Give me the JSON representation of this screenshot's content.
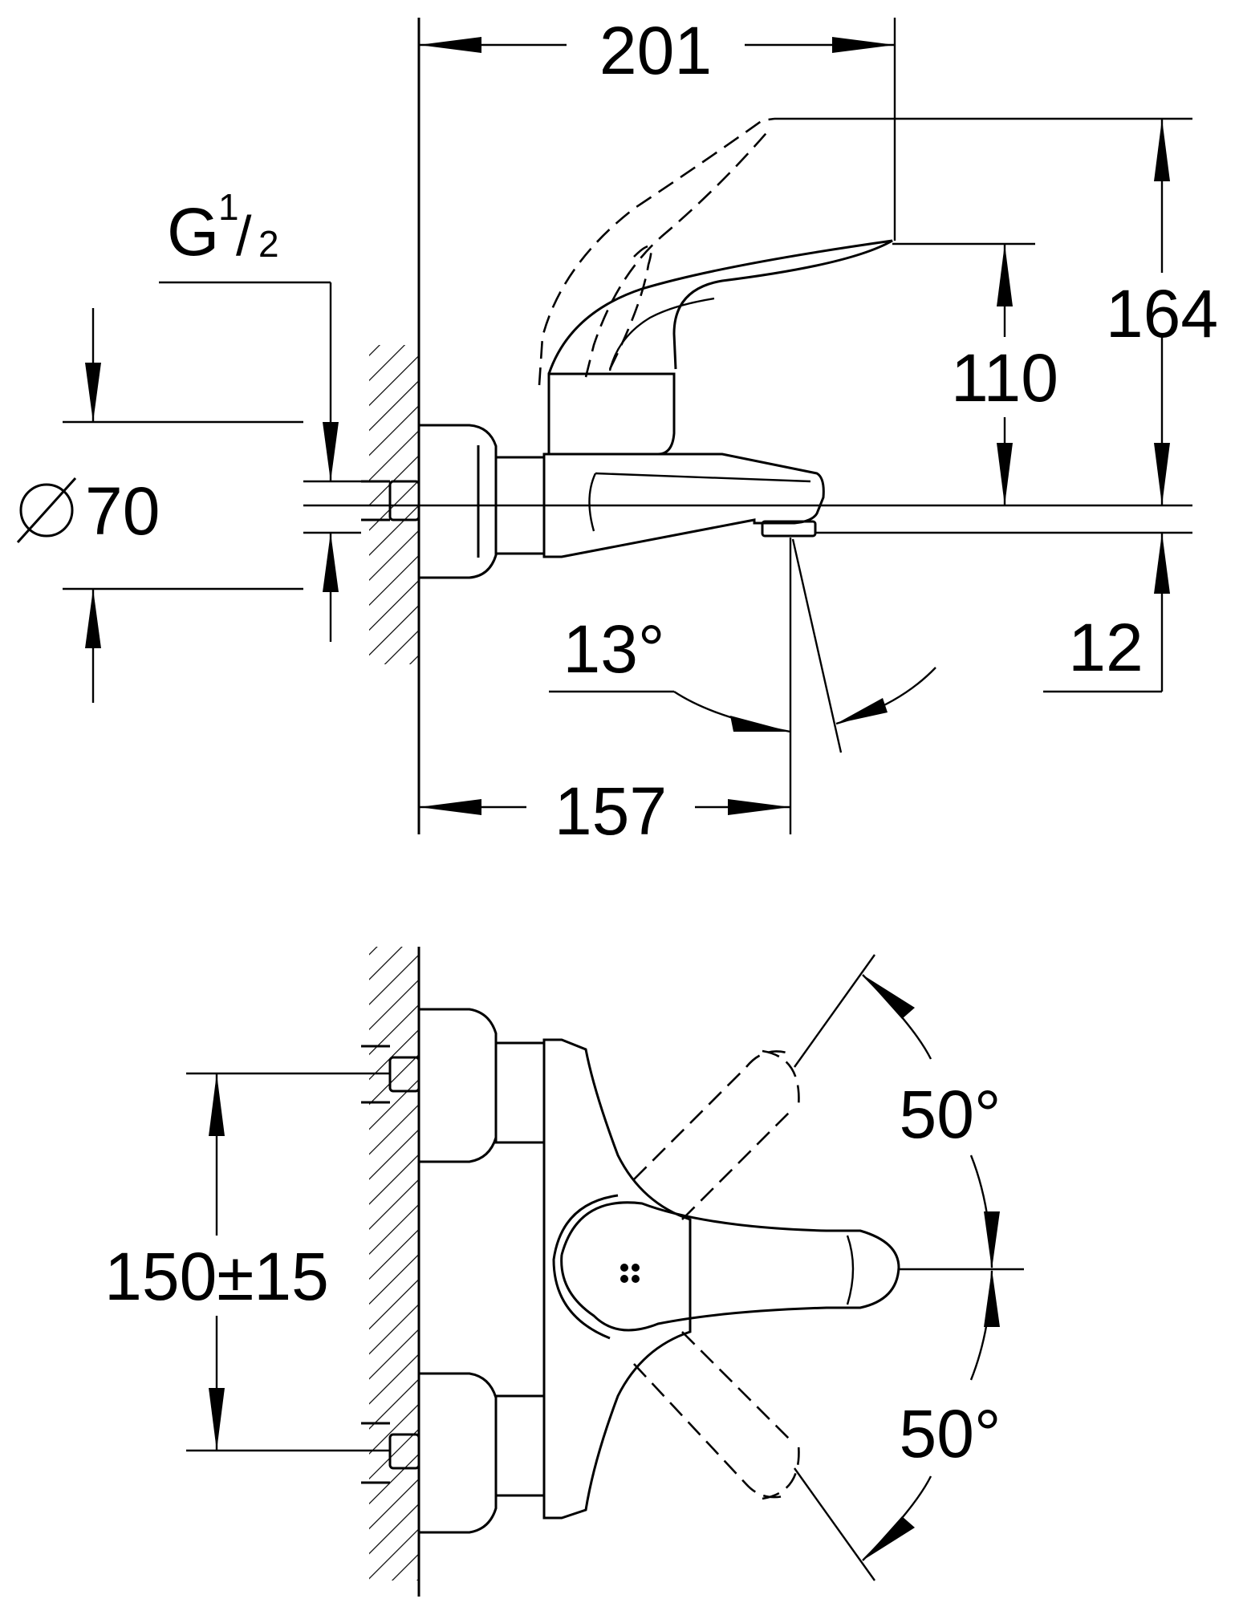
{
  "side_view": {
    "dim_201": "201",
    "dim_164": "164",
    "dim_110": "110",
    "dim_12": "12",
    "dim_157": "157",
    "dim_13deg": "13°",
    "dim_diameter": "70",
    "thread_g": "G",
    "thread_num": "1",
    "thread_slash": "/",
    "thread_den": "2"
  },
  "top_view": {
    "dim_150": "150±15",
    "angle_upper": "50°",
    "angle_lower": "50°"
  },
  "colors": {
    "line": "#000000",
    "background": "#ffffff"
  }
}
